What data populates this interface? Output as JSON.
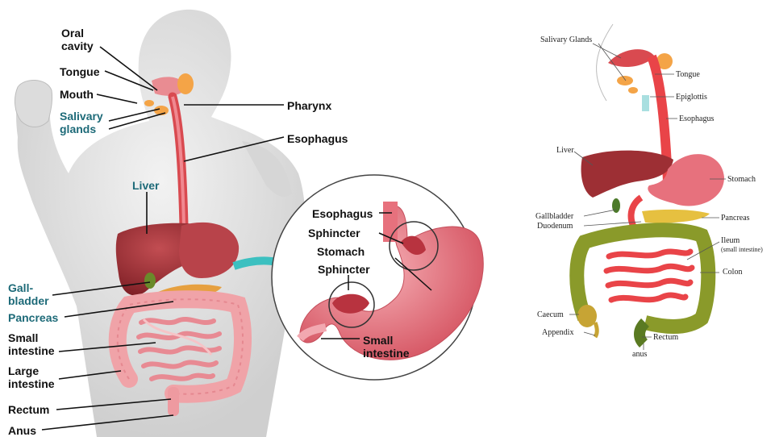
{
  "left_figure": {
    "labels": {
      "oral_cavity": "Oral\ncavity",
      "tongue": "Tongue",
      "mouth": "Mouth",
      "salivary_glands": "Salivary\nglands",
      "pharynx": "Pharynx",
      "esophagus": "Esophagus",
      "liver": "Liver",
      "gallbladder": "Gall-\nbladder",
      "pancreas": "Pancreas",
      "small_intestine": "Small\nintestine",
      "large_intestine": "Large\nintestine",
      "rectum": "Rectum",
      "anus": "Anus"
    },
    "inset": {
      "esophagus": "Esophagus",
      "sphincter_top": "Sphincter",
      "stomach": "Stomach",
      "sphincter_bottom": "Sphincter",
      "small_intestine": "Small\nintestine"
    }
  },
  "right_figure": {
    "labels": {
      "salivary_glands": "Salivary Glands",
      "tongue": "Tongue",
      "epiglottis": "Epiglottis",
      "esophagus": "Esophagus",
      "liver": "Liver",
      "stomach": "Stomach",
      "gallbladder": "Gallbladder",
      "duodenum": "Duodenum",
      "pancreas": "Pancreas",
      "ileum": "Ileum",
      "ileum_note": "(small intestine)",
      "colon": "Colon",
      "caecum": "Caecum",
      "appendix": "Appendix",
      "rectum": "Rectum",
      "anus": "anus"
    }
  },
  "colors": {
    "skin": "#e6e6e6",
    "esophagus": "#d94a50",
    "liver": "#9d2f34",
    "stomach": "#e7717d",
    "pancreas": "#e6a040",
    "intestine": "#f0a3a8",
    "teal_label": "#1d6a78",
    "arrow": "#3cc0c0",
    "colon_green": "#8a9a2a"
  }
}
